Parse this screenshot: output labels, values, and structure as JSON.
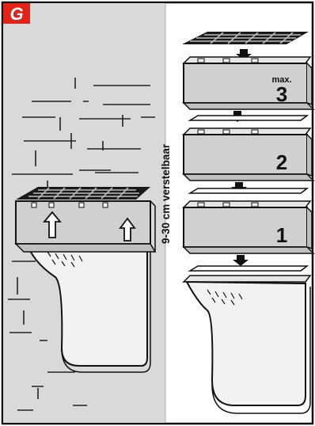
{
  "panel_letter": "G",
  "adjustable_label": "9-30 cm verstelbaar",
  "max_label": "max.",
  "stack_labels": [
    "3",
    "2",
    "1"
  ],
  "colors": {
    "badge": "#e2231a",
    "wall": "#d9d9d9",
    "frame": "#111111",
    "housing": "#cfd0d2"
  },
  "icons": [
    "arrow-down-icon",
    "arrow-up-icon"
  ]
}
